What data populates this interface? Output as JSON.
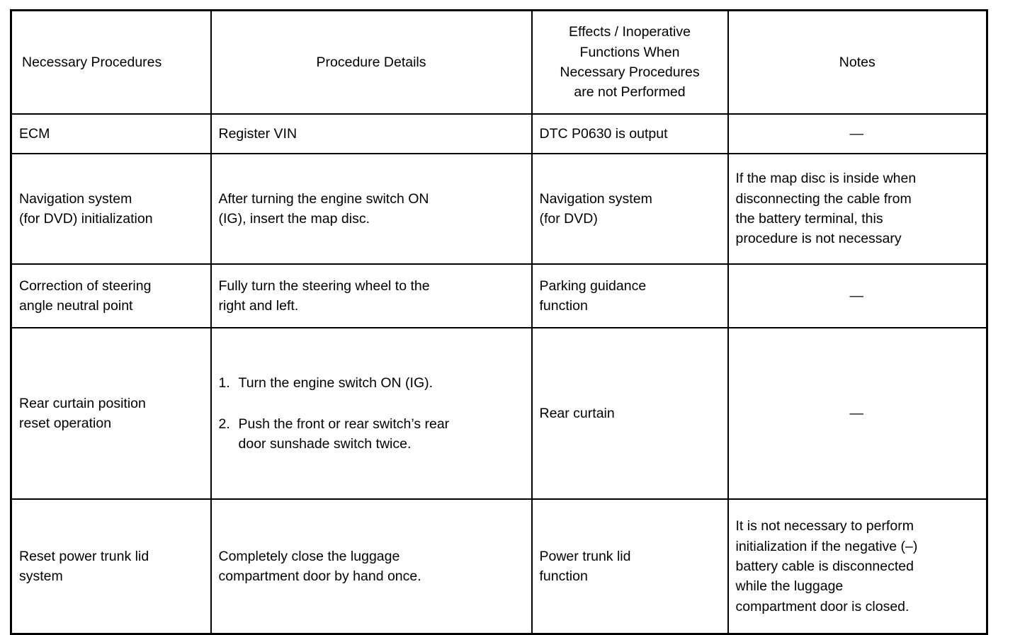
{
  "table": {
    "headers": [
      "Necessary Procedures",
      "Procedure Details",
      "Effects / Inoperative\nFunctions When\nNecessary Procedures\nare not Performed",
      "Notes"
    ],
    "dash": "—",
    "rows": [
      {
        "procedure": "ECM",
        "details": "Register VIN",
        "effects": "DTC P0630 is output",
        "notes": "—",
        "notes_is_dash": true
      },
      {
        "procedure": "Navigation system\n(for DVD) initialization",
        "details": "After turning the engine switch ON\n(IG), insert the map disc.",
        "effects": "Navigation system\n(for DVD)",
        "notes": "If the map disc is inside when\ndisconnecting the cable from\nthe battery terminal, this\nprocedure is not necessary",
        "notes_is_dash": false
      },
      {
        "procedure": "Correction of steering\nangle neutral point",
        "details": "Fully turn the steering wheel to the\nright and left.",
        "effects": "Parking guidance\nfunction",
        "notes": "—",
        "notes_is_dash": true
      },
      {
        "procedure": "Rear curtain position\nreset operation",
        "details_list": [
          {
            "number": "1.",
            "text": "Turn the engine switch ON (IG)."
          },
          {
            "number": "2.",
            "text": "Push the front or rear switch’s rear\ndoor sunshade switch twice."
          }
        ],
        "effects": "Rear curtain",
        "notes": "—",
        "notes_is_dash": true
      },
      {
        "procedure": "Reset power trunk lid\nsystem",
        "details": "Completely close the luggage\ncompartment door by hand once.",
        "effects": "Power trunk lid\nfunction",
        "notes": "It is not necessary to perform\ninitialization if the negative (–)\nbattery cable is disconnected\nwhile the luggage\ncompartment door is closed.",
        "notes_is_dash": false
      }
    ]
  },
  "colors": {
    "border": "#000000",
    "text": "#000000",
    "background": "#ffffff"
  }
}
